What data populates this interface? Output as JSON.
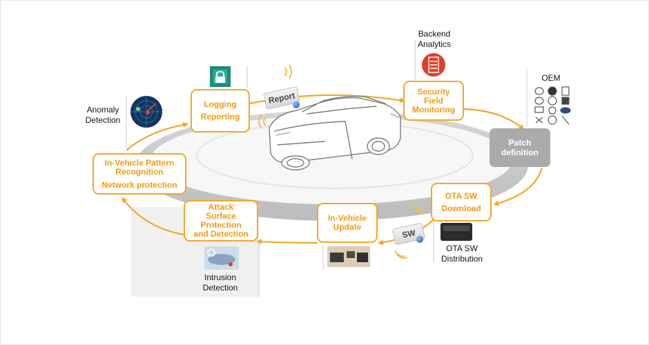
{
  "colors": {
    "accent": "#f5a623",
    "process_text": "#f29a12",
    "patch_box": "#ababab",
    "alert_red": "#e0402a"
  },
  "nodes": {
    "logging": [
      "Logging",
      "Reporting"
    ],
    "security": [
      "Security",
      "Field",
      "Monitoring"
    ],
    "patch": [
      "Patch",
      "definition"
    ],
    "ota_download": [
      "OTA SW",
      "Download"
    ],
    "invehicle_update": [
      "In-Vehicle",
      "Update"
    ],
    "attack": [
      "Attack",
      "Surface",
      "Protection",
      "and Detection"
    ],
    "pattern_line1": "In-Vehicle Pattern",
    "pattern_line2": "Recognition",
    "pattern_line3": "Network protection"
  },
  "labels": {
    "anomaly": [
      "Anomaly",
      "Detection"
    ],
    "backend": [
      "Backend",
      "Analytics"
    ],
    "oem": "OEM",
    "ota_dist": [
      "OTA SW",
      "Distribution"
    ],
    "intrusion": [
      "Intrusion",
      "Detection"
    ]
  },
  "tags": {
    "report": "Report",
    "sw": "SW"
  },
  "icons": [
    "lock-icon",
    "server-icon",
    "radar-icon",
    "car-icon",
    "ecu-module-icon",
    "oem-logos-icon",
    "signal-waves-icon"
  ]
}
